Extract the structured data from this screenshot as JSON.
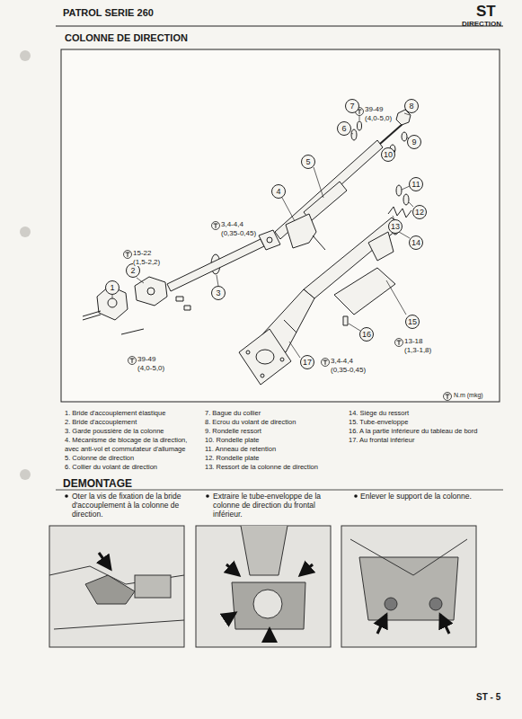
{
  "diagram": {
    "title": "COLONNE DE DIRECTION",
    "nodes": [
      {
        "text": [
          "1"
        ]
      },
      {
        "text": [
          "2"
        ]
      },
      {
        "text": [
          "3"
        ]
      },
      {
        "text": [
          "4"
        ]
      },
      {
        "text": [
          "5"
        ]
      },
      {
        "text": [
          "6"
        ]
      },
      {
        "text": [
          "7"
        ]
      },
      {
        "text": [
          "8"
        ]
      },
      {
        "text": [
          "9"
        ]
      },
      {
        "text": [
          "10"
        ]
      },
      {
        "text": [
          "11"
        ]
      },
      {
        "text": [
          "12"
        ]
      },
      {
        "text": [
          "13"
        ]
      },
      {
        "text": [
          "14"
        ]
      },
      {
        "text": [
          "15"
        ]
      },
      {
        "text": [
          "16"
        ]
      },
      {
        "text": [
          "17"
        ]
      }
    ],
    "labels": [
      "PATROL SERIE 260",
      "ST",
      "DIRECTION",
      "39-49",
      "(4,0-5,0)",
      "3,4-4,4",
      "(0,35-0,45)",
      "15-22",
      "(1,5-2,2)",
      "39-49",
      "(4,0-5,0)",
      "13-18",
      "(1,3-1,8)",
      "3,4-4,4",
      "(0,35-0,45)",
      "N.m (mkg)",
      "1. Bride d'accouplement élastique",
      "2. Bride d'accouplement",
      "3. Garde poussière de la colonne",
      "4. Mécanisme de blocage de la direction, avec anti-vol et commutateur d'allumage",
      "5. Colonne de direction",
      "6. Collier du volant de direction",
      "7. Bague du collier",
      "8. Ecrou du volant de direction",
      "9. Rondelle ressort",
      "10. Rondelle plate",
      "11. Anneau de retention",
      "12. Rondelle plate",
      "13. Ressort de la colonne de direction",
      "14. Siège du ressort",
      "15. Tube-enveloppe",
      "16. A la partie inférieure du tableau de bord",
      "17. Au frontal inférieur",
      "DEMONTAGE",
      "Oter la vis de fixation de la bride d'accouplement à la colonne de direction.",
      "Extraire le tube-enveloppe de la colonne de direction du frontal inférieur.",
      "Enlever le support de la colonne.",
      "ST - 5"
    ]
  }
}
